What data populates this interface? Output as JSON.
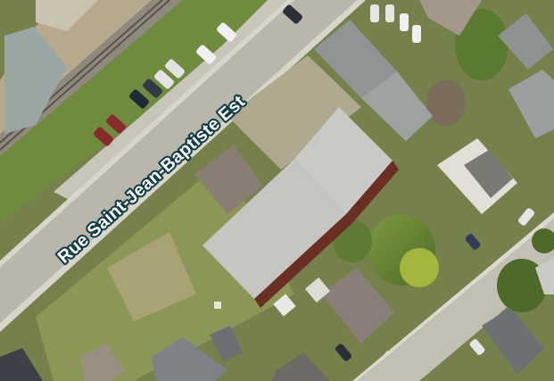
{
  "map": {
    "type": "aerial-orthophoto",
    "street_labels": [
      {
        "id": "rue-saint-jean-baptiste-est",
        "text": "Rue Saint-Jean-Baptiste Est"
      }
    ]
  },
  "colors": {
    "label_text": "#ffffff",
    "label_halo": "#0f3b44",
    "road": "#b9b6ab",
    "sidewalk": "#d4d1c6",
    "grass": "#7f8b4f",
    "trees": "#5f7a34",
    "roof_main": "#c5c6c2",
    "brick": "#6b2e22"
  }
}
